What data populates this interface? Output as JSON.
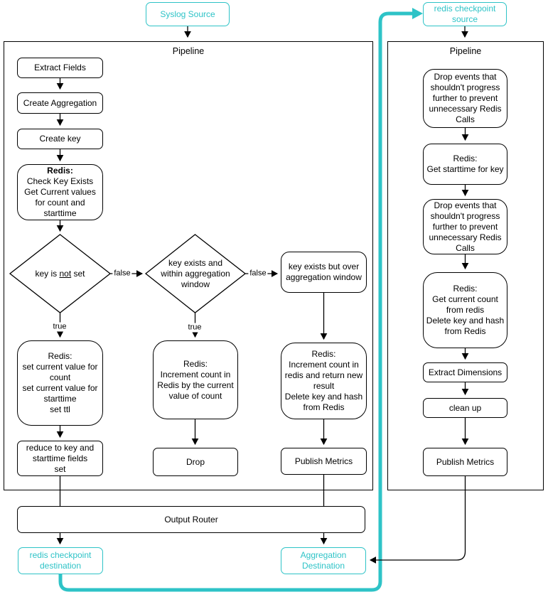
{
  "colors": {
    "teal": "#2ec3c7",
    "line": "#000000"
  },
  "sources": {
    "syslog": {
      "label": "Syslog Source"
    },
    "redis_checkpoint": {
      "label": "redis checkpoint\nsource"
    }
  },
  "left_pipeline": {
    "title": "Pipeline",
    "nodes": {
      "extract_fields": {
        "label": "Extract Fields"
      },
      "create_aggregation": {
        "label": "Create Aggregation"
      },
      "create_key": {
        "label": "Create key"
      },
      "redis_check": {
        "title": "Redis:",
        "body": "Check Key Exists\nGet Current values\nfor count and\nstarttime"
      },
      "decision_key_not_set": {
        "pre": "key is ",
        "underline": "not",
        "post": " set"
      },
      "decision_within_window": {
        "label": "key exists and\nwithin aggregation\nwindow"
      },
      "over_window": {
        "label": "key exists but over\naggregation window"
      },
      "redis_set": {
        "label": "Redis:\nset current value for\ncount\nset current value for\nstarttime\nset ttl"
      },
      "reduce_fields": {
        "label": "reduce to key and\nstarttime fields\nset"
      },
      "redis_increment": {
        "label": "Redis:\nIncrement count in\nRedis by the current\nvalue of count"
      },
      "drop": {
        "label": "Drop"
      },
      "redis_increment_return": {
        "label": "Redis:\nIncrement count in\nredis and return new\nresult\nDelete key and hash\nfrom Redis"
      },
      "publish_metrics": {
        "label": "Publish Metrics"
      }
    },
    "edge_labels": {
      "d1_false": "false",
      "d1_true": "true",
      "d2_false": "false",
      "d2_true": "true"
    }
  },
  "right_pipeline": {
    "title": "Pipeline",
    "nodes": {
      "drop_events_1": {
        "label": "Drop events that\nshouldn't progress\nfurther to prevent\nunnecessary Redis\nCalls"
      },
      "redis_get_starttime": {
        "label": "Redis:\nGet starttime for key"
      },
      "drop_events_2": {
        "label": "Drop events that\nshouldn't progress\nfurther to prevent\nunnecessary Redis\nCalls"
      },
      "redis_get_count": {
        "label": "Redis:\nGet current count\nfrom redis\nDelete key and hash\nfrom Redis"
      },
      "extract_dimensions": {
        "label": "Extract Dimensions"
      },
      "clean_up": {
        "label": "clean up"
      },
      "publish_metrics": {
        "label": "Publish Metrics"
      }
    }
  },
  "router": {
    "label": "Output Router"
  },
  "destinations": {
    "redis_checkpoint": {
      "label": "redis checkpoint\ndestination"
    },
    "aggregation": {
      "label": "Aggregation\nDestination"
    }
  }
}
